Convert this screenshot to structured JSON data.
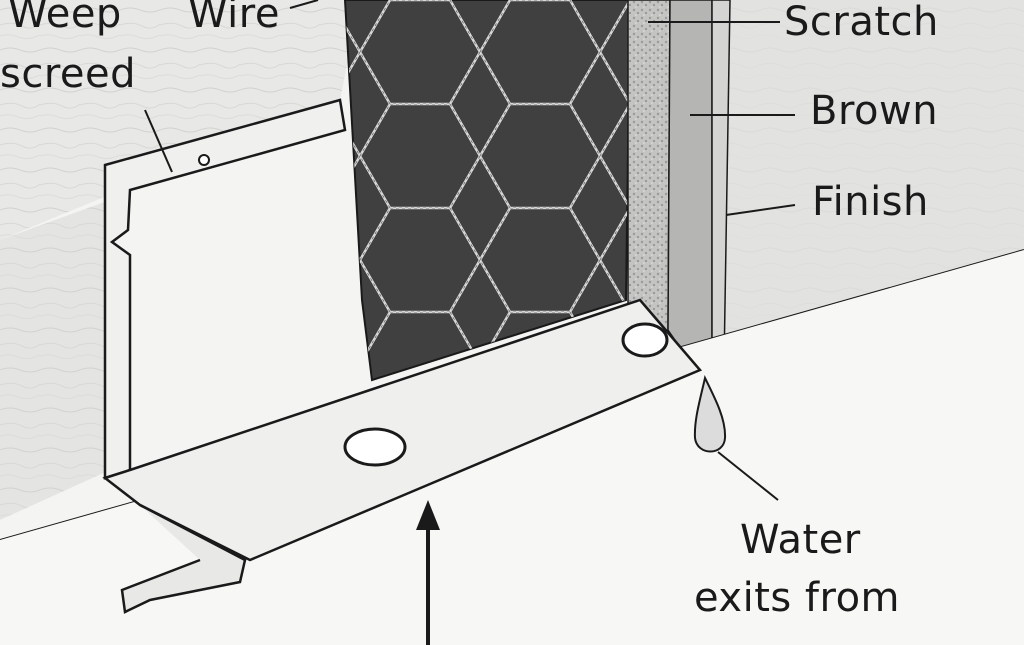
{
  "labels": {
    "weep": "Weep",
    "screed": "screed",
    "wire": "Wire",
    "scratch": "Scratch",
    "brown": "Brown",
    "finish": "Finish",
    "water": "Water",
    "exits": "exits from",
    "cut_left": "",
    "cut_right": ""
  },
  "colors": {
    "background": "#f4f4f2",
    "wall": "#e6e6e4",
    "paper": "#3f3f3f",
    "scratch_coat": "#c9c9c7",
    "brown_coat": "#bdbdbb",
    "finish_coat": "#d6d6d4",
    "metal": "#eeeeec",
    "ink": "#1a1a1a"
  },
  "icons": [
    "water-drop-icon",
    "arrow-up-icon"
  ]
}
